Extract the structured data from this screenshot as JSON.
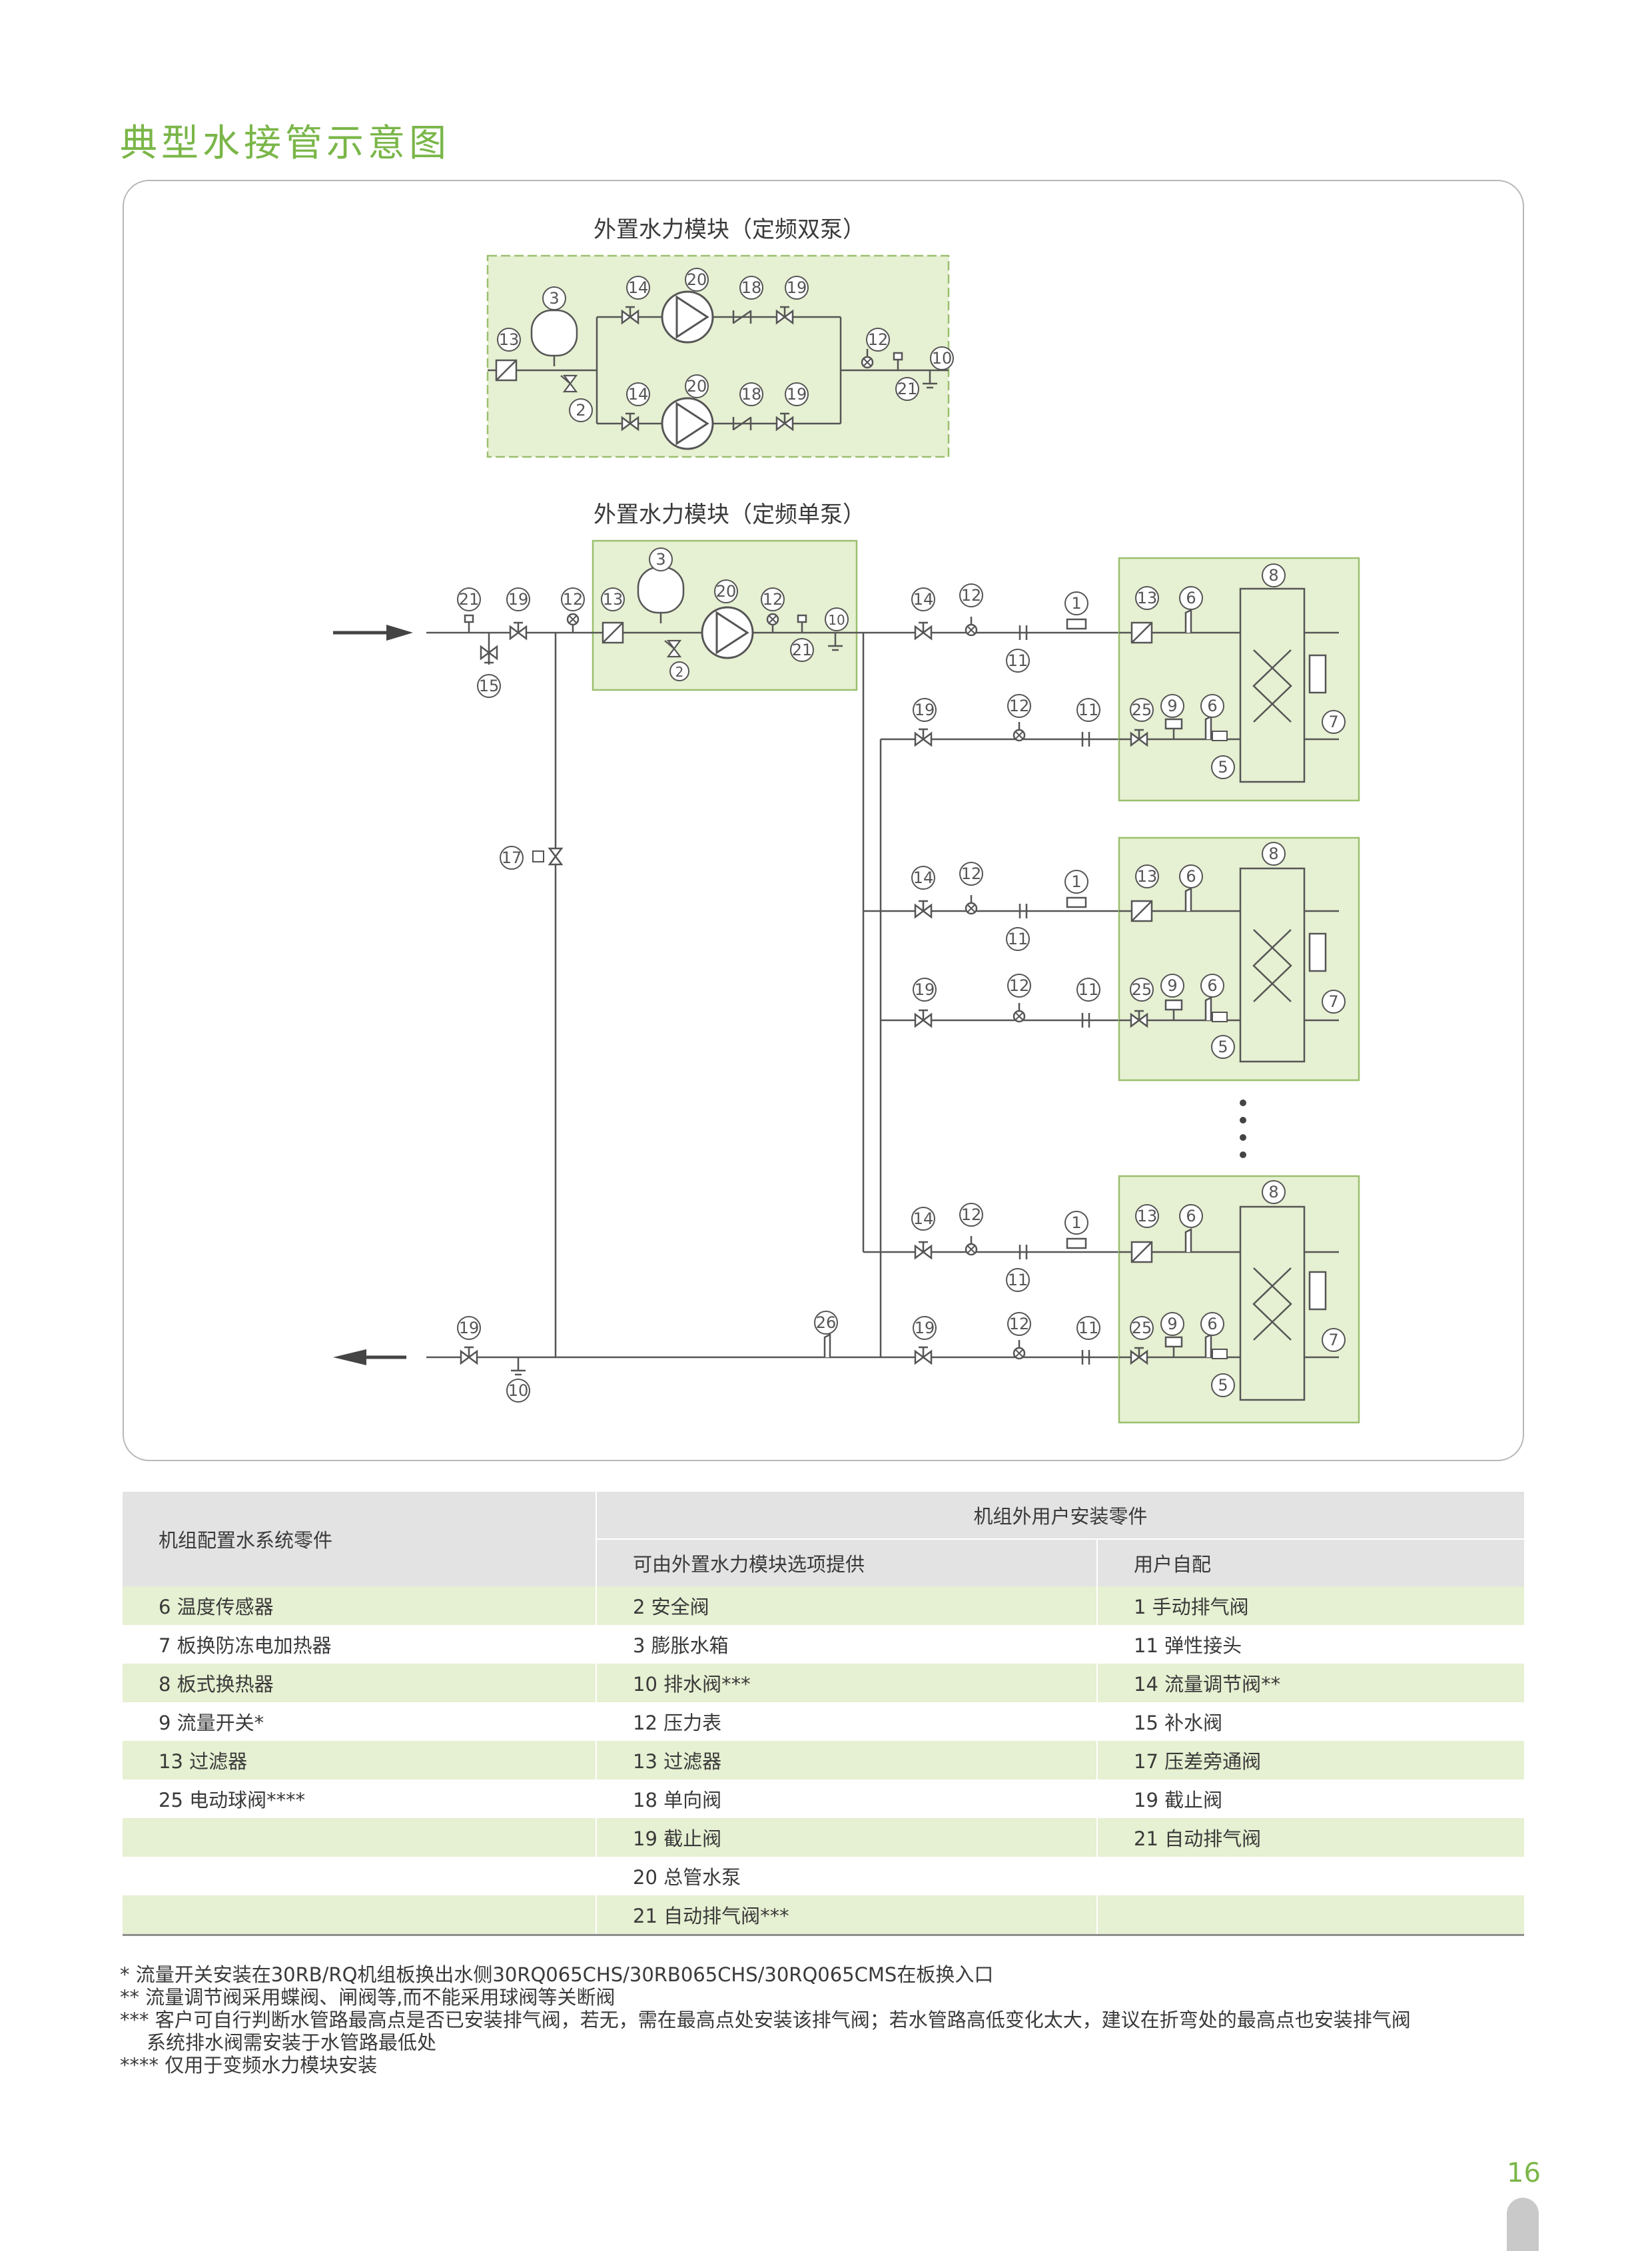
{
  "page": {
    "title": "典型水接管示意图",
    "page_number": "16"
  },
  "diagram": {
    "dual_pump_title": "外置水力模块（定频双泵）",
    "single_pump_title": "外置水力模块（定频单泵）",
    "colors": {
      "module_fill": "#e6f0d2",
      "line": "#555555",
      "accent": "#7ab648"
    }
  },
  "table": {
    "header_left": "机组配置水系统零件",
    "header_right": "机组外用户安装零件",
    "sub_header_middle": "可由外置水力模块选项提供",
    "sub_header_right": "用户自配",
    "rows": [
      {
        "c1": "6 温度传感器",
        "c2": "2 安全阀",
        "c3": "1 手动排气阀"
      },
      {
        "c1": "7 板换防冻电加热器",
        "c2": "3 膨胀水箱",
        "c3": "11 弹性接头"
      },
      {
        "c1": "8 板式换热器",
        "c2": "10 排水阀***",
        "c3": "14 流量调节阀**"
      },
      {
        "c1": "9 流量开关*",
        "c2": "12 压力表",
        "c3": "15 补水阀"
      },
      {
        "c1": "13 过滤器",
        "c2": "13 过滤器",
        "c3": "17 压差旁通阀"
      },
      {
        "c1": "25 电动球阀****",
        "c2": "18 单向阀",
        "c3": "19 截止阀"
      },
      {
        "c1": "",
        "c2": "19 截止阀",
        "c3": "21 自动排气阀"
      },
      {
        "c1": "",
        "c2": "20 总管水泵",
        "c3": ""
      },
      {
        "c1": "",
        "c2": "21 自动排气阀***",
        "c3": ""
      }
    ]
  },
  "notes": [
    "* 流量开关安装在30RB/RQ机组板换出水侧30RQ065CHS/30RB065CHS/30RQ065CMS在板换入口",
    "** 流量调节阀采用蝶阀、闸阀等,而不能采用球阀等关断阀",
    "*** 客户可自行判断水管路最高点是否已安装排气阀，若无，需在最高点处安装该排气阀；若水管路高低变化太大，建议在折弯处的最高点也安装排气阀",
    "系统排水阀需安装于水管路最低处",
    "**** 仅用于变频水力模块安装"
  ]
}
